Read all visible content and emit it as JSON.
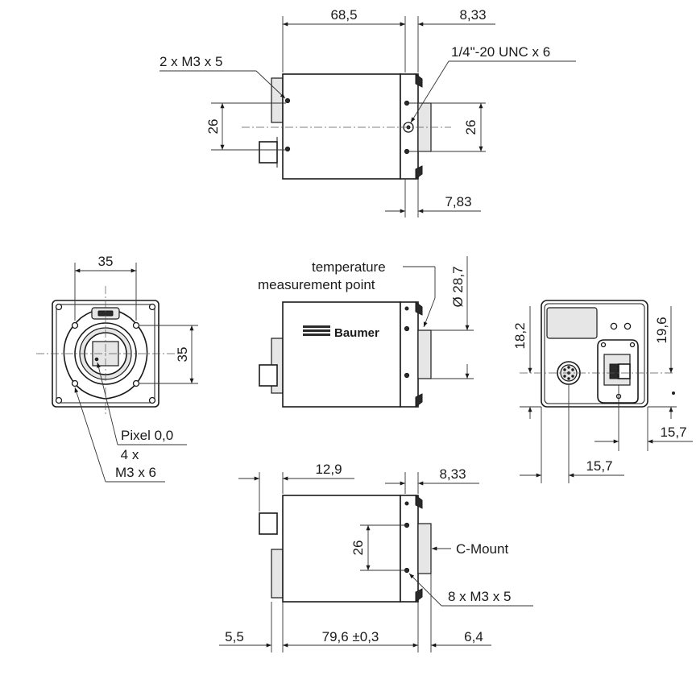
{
  "brand": {
    "logo_text": "Baumer"
  },
  "colors": {
    "line": "#1a1a1a",
    "dimension": "#333333",
    "fill_gray": "#e6e6e6",
    "background": "#ffffff"
  },
  "top_view": {
    "width": "68,5",
    "rear_offset": "8,33",
    "mount_holes": "2 x  M3 x 5",
    "tripod_thread": "1/4\"-20 UNC x 6",
    "left_spacing": "26",
    "right_spacing": "26",
    "front_offset": "7,83"
  },
  "front_view": {
    "width": "35",
    "height": "35",
    "pixel_origin": "Pixel 0,0",
    "holes_count": "4 x",
    "holes_thread": "M3 x 6"
  },
  "side_view": {
    "temp_label_1": "temperature",
    "temp_label_2": "measurement point",
    "diameter": "Ø 28,7"
  },
  "rear_view": {
    "height_1": "18,2",
    "height_2": "19,6",
    "offset_right": "15,7",
    "offset_bottom": "15,7"
  },
  "bottom_view": {
    "front_offset": "12,9",
    "rear_offset": "8,33",
    "spacing": "26",
    "mount_label": "C-Mount",
    "holes": "8 x  M3 x 5",
    "left_overhang": "5,5",
    "length": "79,6 ±0,3",
    "lens_offset": "6,4"
  }
}
